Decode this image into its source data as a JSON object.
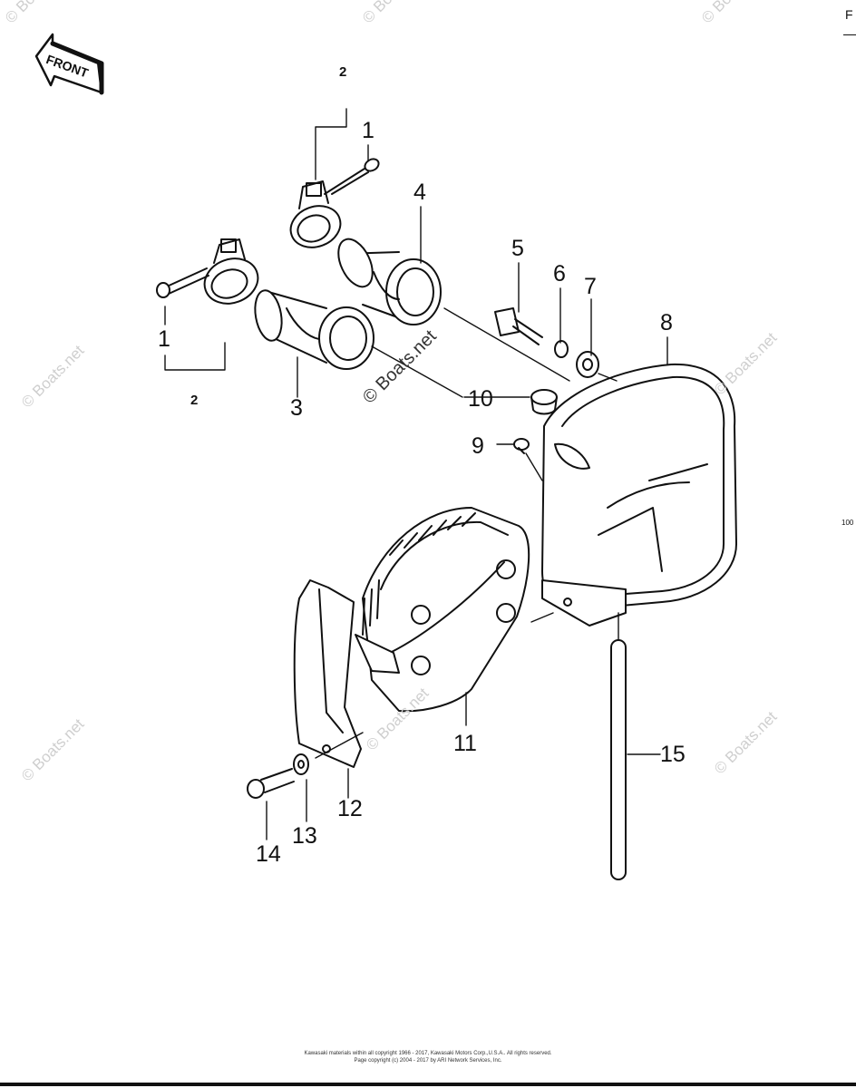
{
  "front_arrow": {
    "text": "FRONT"
  },
  "corner": {
    "letter": "F",
    "page_code": "100"
  },
  "callouts": {
    "c1a": "1",
    "c1b": "1",
    "c2a": "2",
    "c2b": "2",
    "c3": "3",
    "c4": "4",
    "c5": "5",
    "c6": "6",
    "c7": "7",
    "c8": "8",
    "c9": "9",
    "c10": "10",
    "c11": "11",
    "c12": "12",
    "c13": "13",
    "c14": "14",
    "c15": "15"
  },
  "watermarks": {
    "text": "© Boats.net",
    "center_text": "© Boats.net"
  },
  "footer": {
    "line1": "Kawasaki materials within all copyright 1966 - 2017, Kawasaki Motors Corp.,U.S.A.. All rights reserved.",
    "line2": "Page copyright (c) 2004 - 2017 by ARI Network Services, Inc."
  }
}
